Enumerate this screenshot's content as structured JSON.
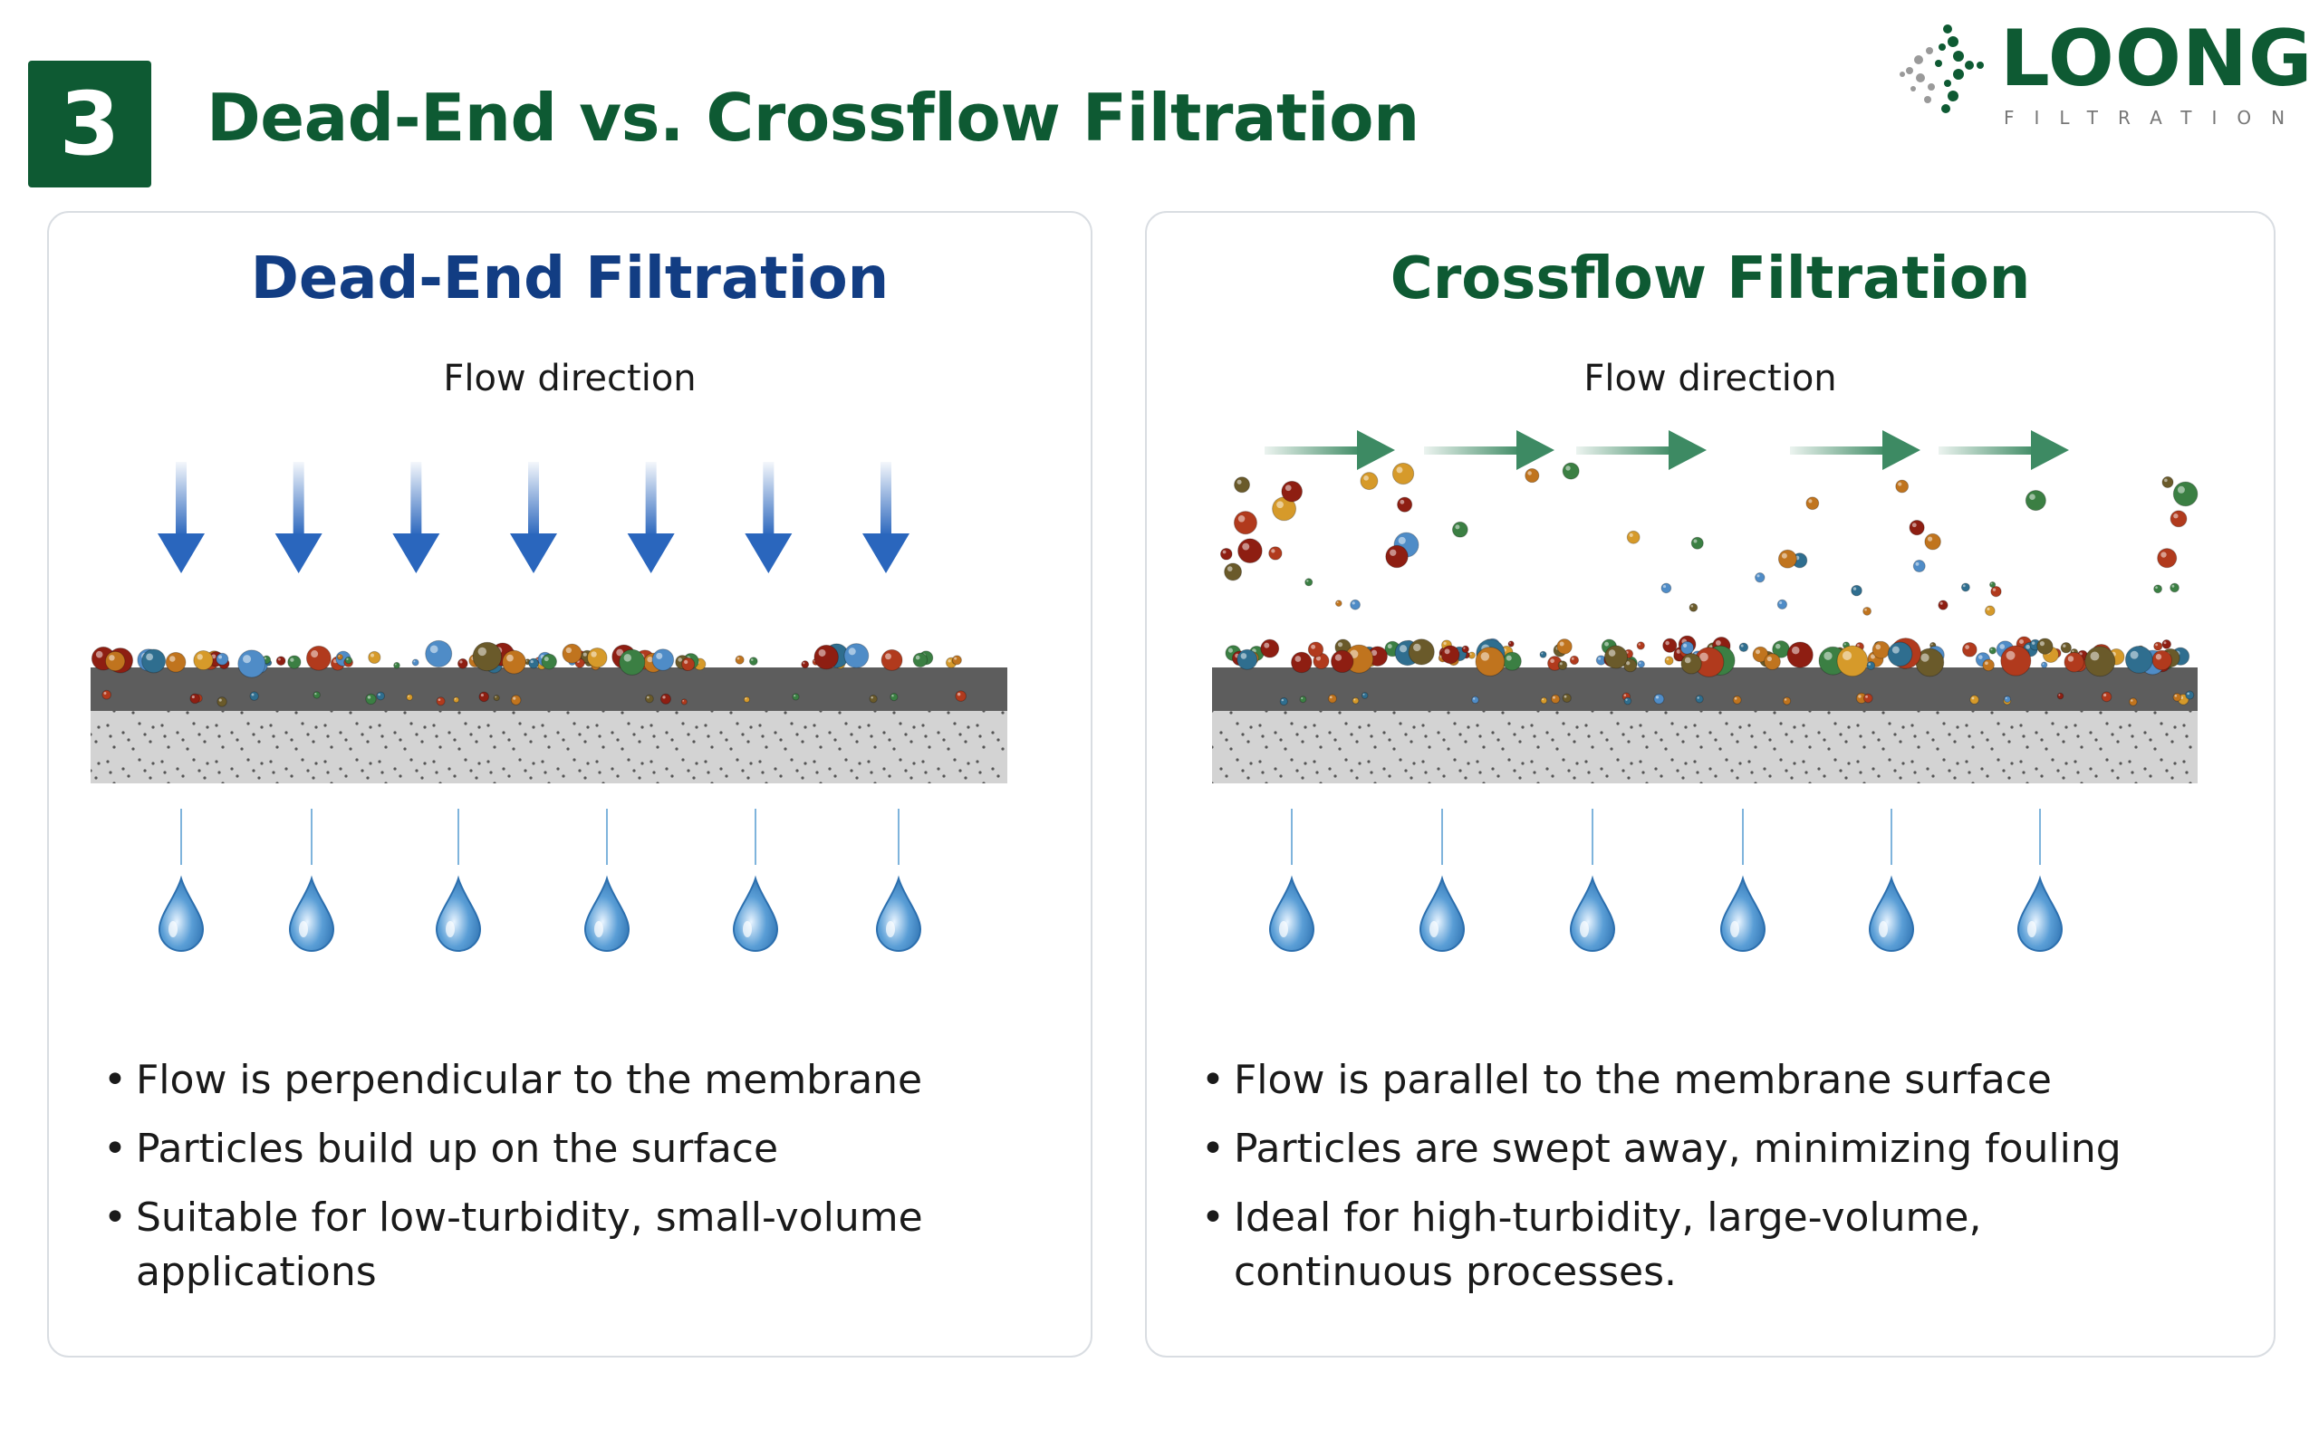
{
  "header": {
    "step_number": "3",
    "title": "Dead-End vs. Crossflow Filtration",
    "logo": {
      "name": "LOONG",
      "tagline": "FILTRATION"
    }
  },
  "panels": {
    "dead_end": {
      "title": "Dead-End Filtration",
      "flow_label": "Flow direction",
      "bullets": [
        "Flow is perpendicular to the membrane",
        "Particles build up on the surface",
        "Suitable for low-turbidity, small-volume applications"
      ],
      "flow_arrow_count": 7,
      "droplet_count": 6
    },
    "crossflow": {
      "title": "Crossflow Filtration",
      "flow_label": "Flow direction",
      "bullets": [
        "Flow is parallel to the membrane surface",
        "Particles are swept away, minimizing fouling",
        "Ideal for high-turbidity, large-volume, continuous processes."
      ],
      "flow_arrow_count": 5,
      "droplet_count": 6
    }
  },
  "colors": {
    "brand_green": "#0e5a33",
    "dead_end_blue": "#123d83",
    "flow_arrow_blue": "#2a66bd",
    "flow_arrow_green": "#3d8a63",
    "droplet_blue": "#5a9ed6"
  },
  "icons": {
    "dead_end_arrow": "down-arrow-icon",
    "crossflow_arrow": "right-arrow-icon",
    "droplet": "water-droplet-icon"
  }
}
